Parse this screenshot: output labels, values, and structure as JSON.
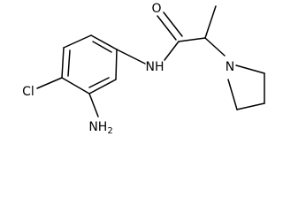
{
  "atoms": {
    "O": "O",
    "NH": "NH",
    "N": "N",
    "Cl": "Cl",
    "NH2_main": "NH",
    "NH2_sub": "2"
  },
  "colors": {
    "bond": "#000000",
    "label": "#000000",
    "background": "#ffffff"
  }
}
